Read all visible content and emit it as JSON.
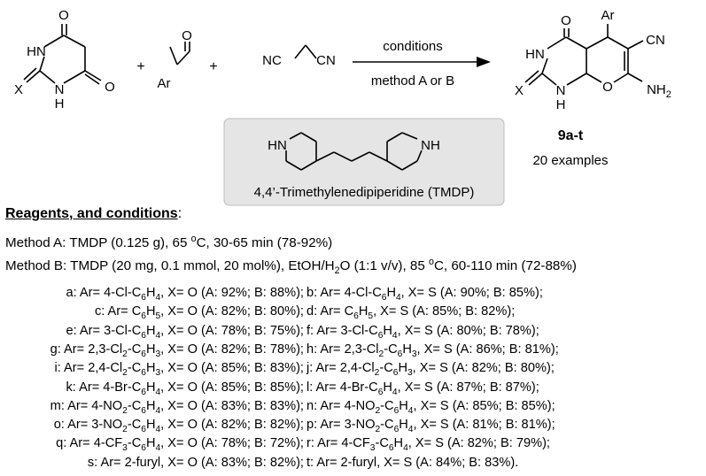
{
  "scheme": {
    "plus_sign": "+",
    "reactant_malonitrile": {
      "left": "NC",
      "right": "CN"
    },
    "reactant_aldehyde": {
      "group": "Ar",
      "carbonyl_o": "O"
    },
    "reactant_barbituric": {
      "o_top": "O",
      "o_right": "O",
      "hn": "HN",
      "x": "X",
      "n": "N",
      "h": "H"
    },
    "arrow_top": "conditions",
    "arrow_bottom": "method A or B",
    "product": {
      "ar": "Ar",
      "o": "O",
      "cn": "CN",
      "hn": "HN",
      "x": "X",
      "n": "N",
      "h": "H",
      "ring_o": "O",
      "nh2": "NH2"
    },
    "product_label": "9a-t",
    "product_count": "20 examples",
    "catalyst": {
      "hn": "HN",
      "nh": "NH",
      "name": "4,4’-Trimethylenedipiperidine (TMDP)"
    }
  },
  "conditions_header": {
    "reagents": "Reagents, and conditions",
    "colon": ":"
  },
  "methods": [
    "Method A: TMDP (0.125 g), 65 °C, 30-65 min (78-92%)",
    "Method B: TMDP (20 mg, 0.1 mmol, 20 mol%), EtOH/H2O (1:1 v/v), 85 °C, 60-110 min (72-88%)"
  ],
  "examples": [
    [
      "a: Ar= 4-Cl-C6H4, X= O (A: 92%; B: 88%);",
      "b: Ar= 4-Cl-C6H4, X= S (A: 90%; B: 85%);"
    ],
    [
      "c: Ar= C6H5, X= O (A: 82%; B: 80%);",
      "d: Ar= C6H5, X= S (A: 85%; B: 82%);"
    ],
    [
      "e: Ar= 3-Cl-C6H4, X= O (A: 78%; B: 75%);",
      "f: Ar= 3-Cl-C6H4, X= S (A: 80%; B: 78%);"
    ],
    [
      "g: Ar= 2,3-Cl2-C6H3, X= O (A: 82%; B: 78%);",
      "h: Ar= 2,3-Cl2-C6H3, X= S (A: 86%; B: 81%);"
    ],
    [
      "i: Ar= 2,4-Cl2-C6H3, X= O (A: 85%; B: 83%);",
      "j: Ar= 2,4-Cl2-C6H3, X= S (A: 82%; B: 80%);"
    ],
    [
      "k: Ar= 4-Br-C6H4, X= O (A: 85%; B: 85%);",
      "l: Ar= 4-Br-C6H4, X= S (A: 87%; B: 87%);"
    ],
    [
      "m: Ar= 4-NO2-C6H4, X= O (A: 83%; B: 83%);",
      "n: Ar= 4-NO2-C6H4, X= S (A: 85%; B: 85%);"
    ],
    [
      "o: Ar= 3-NO2-C6H4, X= O (A: 82%; B: 82%);",
      "p: Ar= 3-NO2-C6H4, X= S (A: 81%; B: 81%);"
    ],
    [
      "q: Ar= 4-CF3-C6H4, X= O (A: 78%; B: 72%);",
      "r: Ar= 4-CF3-C6H4, X= S (A: 82%; B: 79%);"
    ],
    [
      "s: Ar= 2-furyl, X= O (A: 83%; B: 82%);",
      "t: Ar= 2-furyl, X= S (A: 84%; B: 83%)."
    ]
  ]
}
